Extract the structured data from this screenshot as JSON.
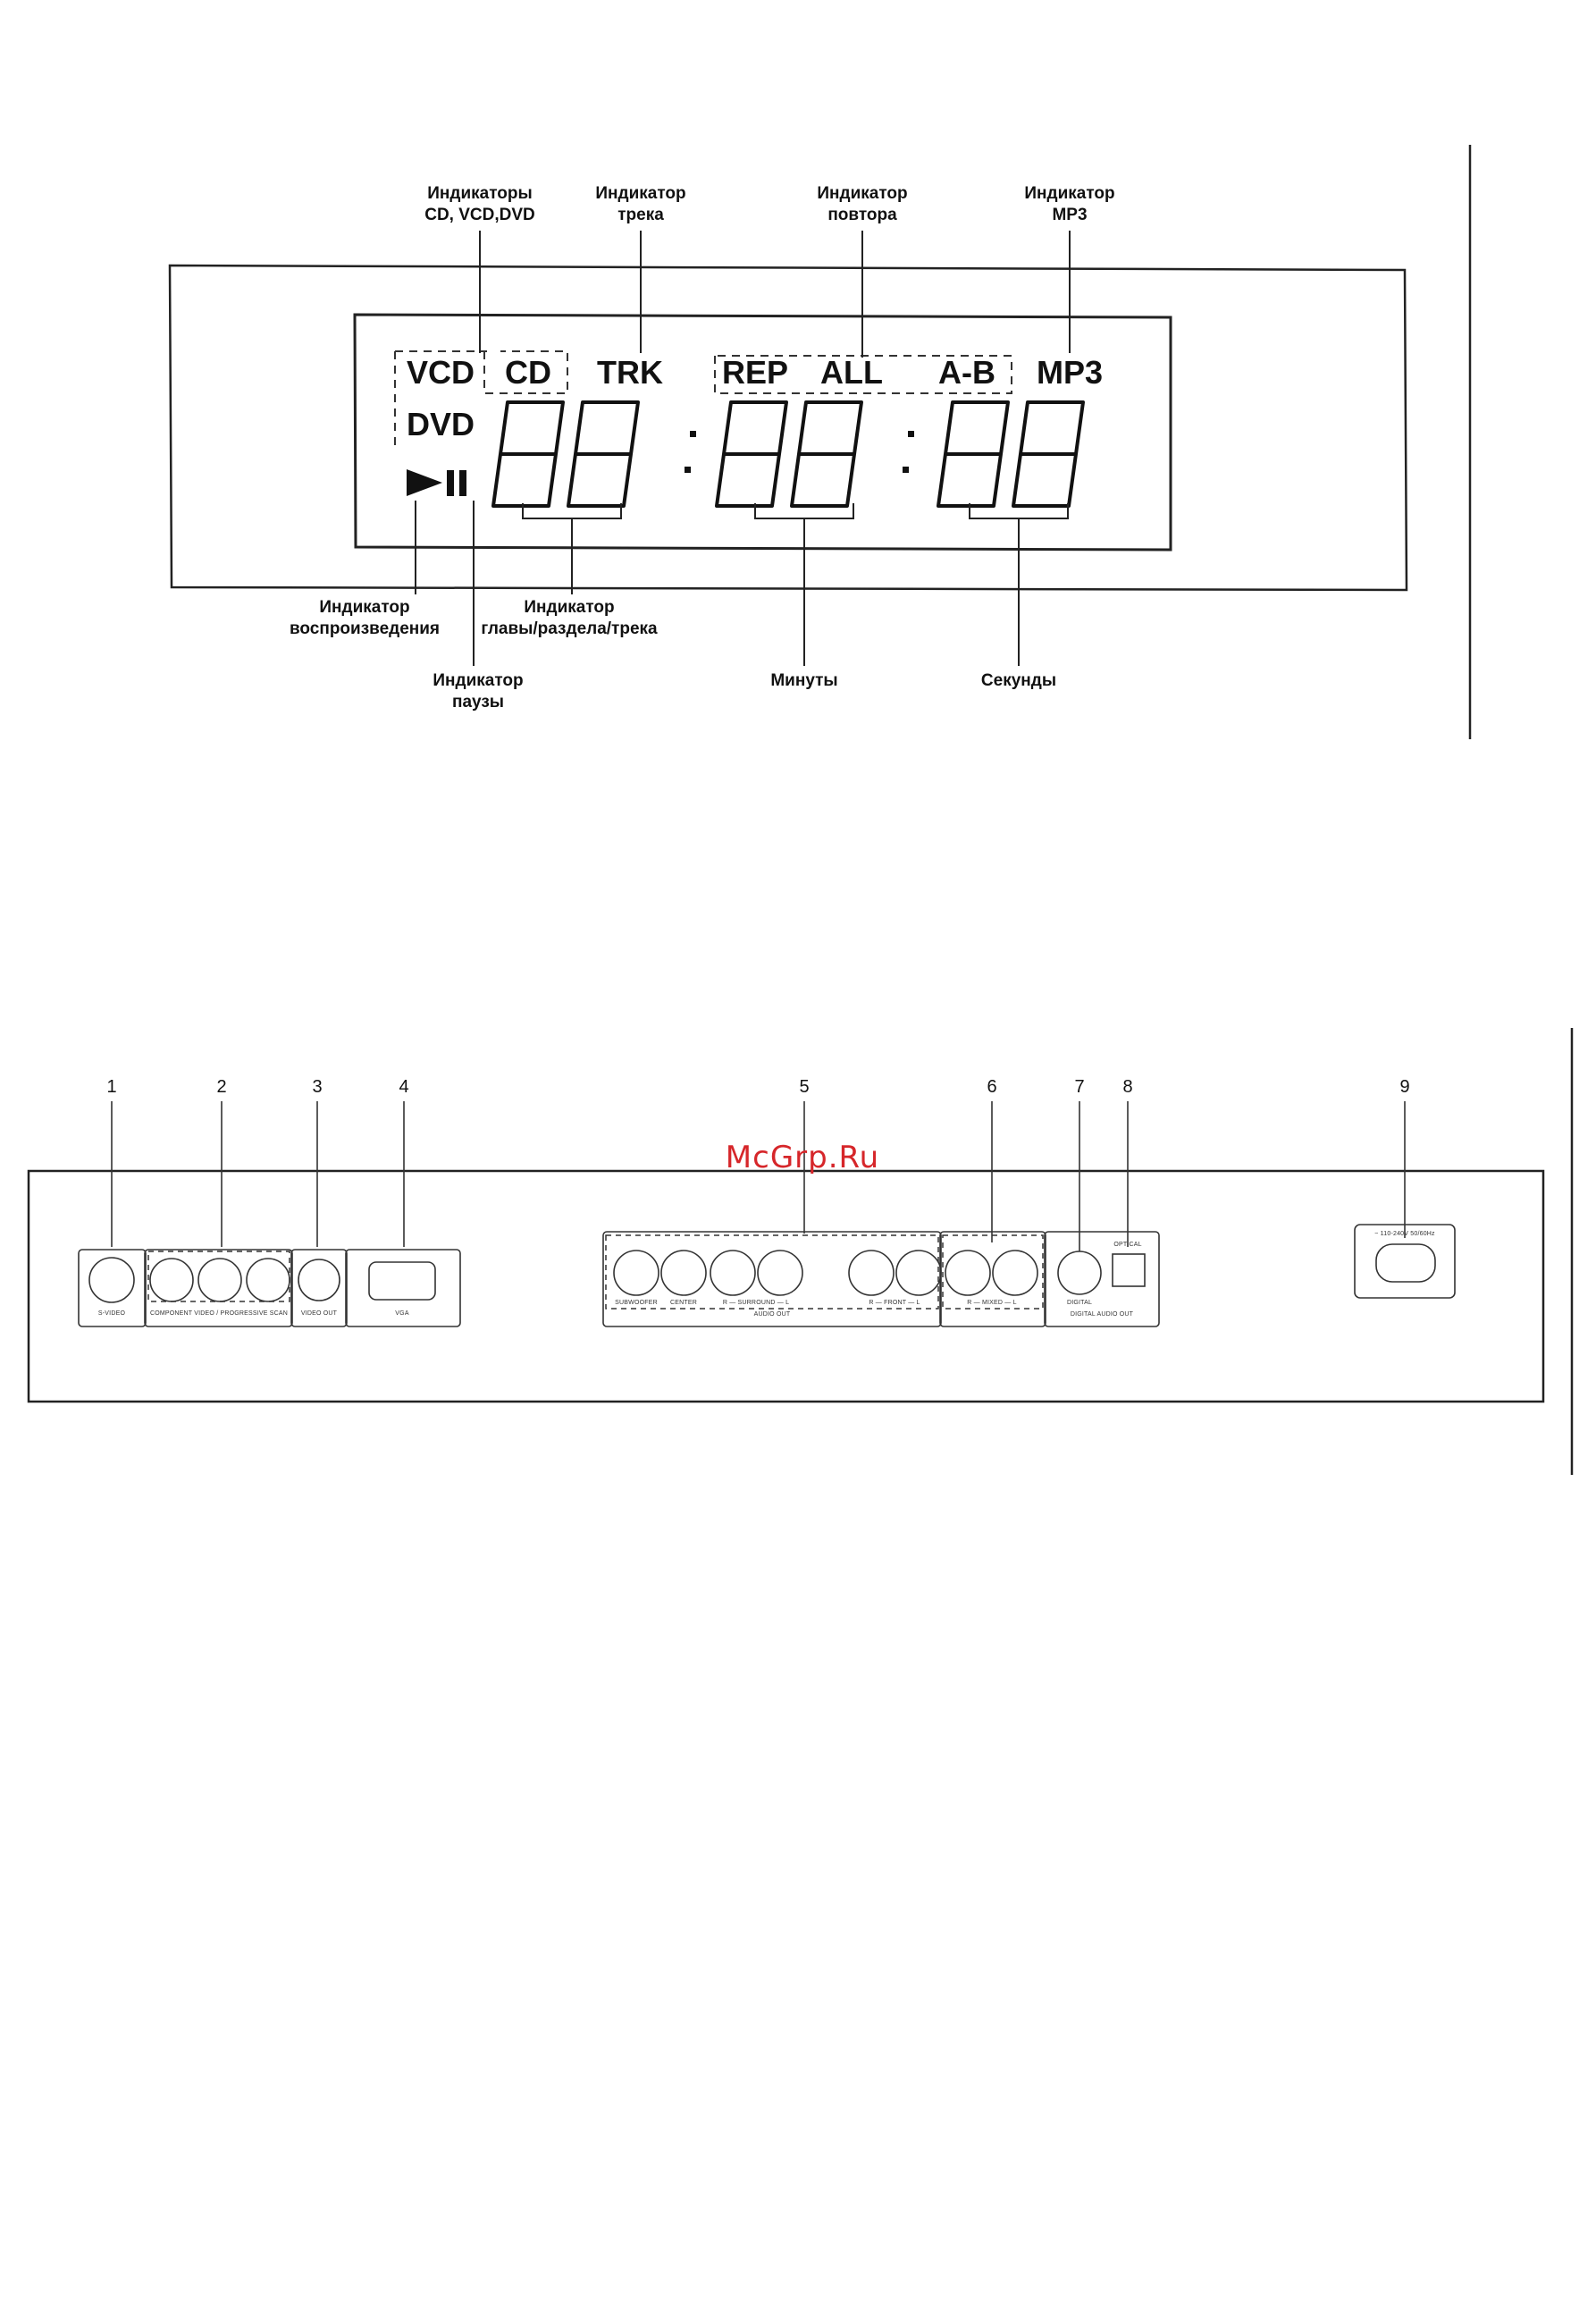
{
  "display_panel": {
    "callouts": {
      "disc_indicators": "Индикаторы\nCD, VCD,DVD",
      "track_indicator": "Индикатор\nтрека",
      "repeat_indicator": "Индикатор\nповтора",
      "mp3_indicator": "Индикатор\nMP3",
      "play_indicator": "Индикатор\nвоспроизведения",
      "chapter_indicator": "Индикатор\nглавы/раздела/трека",
      "pause_indicator": "Индикатор\nпаузы",
      "minutes": "Минуты",
      "seconds": "Секунды"
    },
    "lcd": {
      "vcd": "VCD",
      "cd": "CD",
      "trk": "TRK",
      "rep": "REP",
      "all": "ALL",
      "ab": "A-B",
      "mp3": "MP3",
      "dvd": "DVD"
    }
  },
  "rear_panel": {
    "numbers": [
      "1",
      "2",
      "3",
      "4",
      "5",
      "6",
      "7",
      "8",
      "9"
    ],
    "jack_labels": {
      "s_video": "S-VIDEO",
      "component": "COMPONENT VIDEO / PROGRESSIVE SCAN",
      "video_out": "VIDEO OUT",
      "vga": "VGA",
      "subwoofer": "SUBWOOFER",
      "center": "CENTER",
      "surround": "R — SURROUND — L",
      "audio_out": "AUDIO OUT",
      "front": "R — FRONT — L",
      "mixed": "R — MIXED — L",
      "digital": "DIGITAL",
      "optical": "OPTICAL",
      "digital_audio_out": "DIGITAL AUDIO OUT",
      "power": "~ 110-240V 50/60Hz"
    }
  },
  "watermark": "McGrp.Ru",
  "colors": {
    "watermark": "#d6262a",
    "line": "#222222"
  }
}
